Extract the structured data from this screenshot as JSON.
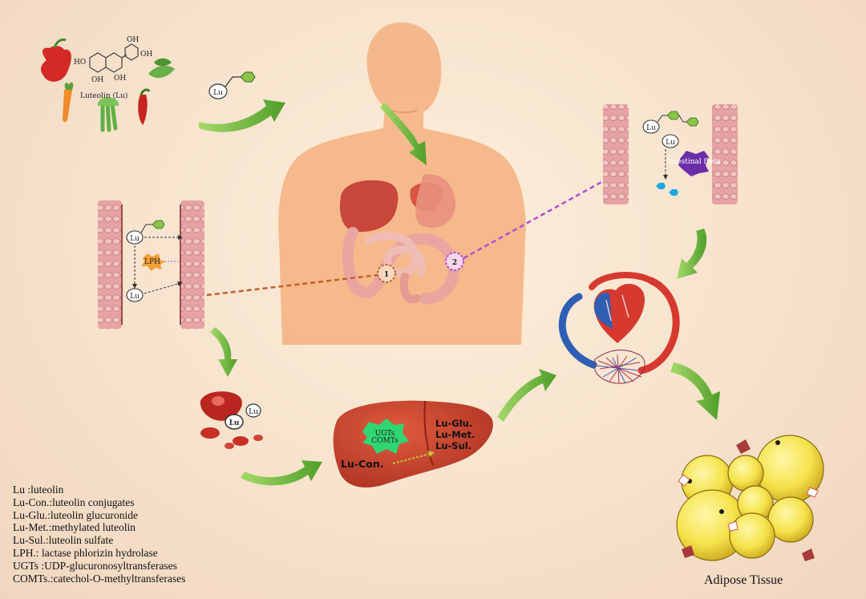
{
  "labels": {
    "luteolin_title": "Luteolin (Lu)",
    "lu": "Lu",
    "lph": "LPH",
    "intestinal_flora": "Intestinal flora",
    "site1": "1",
    "site2": "2",
    "ugts": "UGTs",
    "comts": "COMTs",
    "lu_con": "Lu-Con.",
    "lu_glu": "Lu-Glu.",
    "lu_met": "Lu-Met.",
    "lu_sul": "Lu-Sul.",
    "oh": "OH",
    "ho": "HO",
    "adipose": "Adipose Tissue"
  },
  "legend": [
    "Lu :luteolin",
    "Lu-Con.:luteolin conjugates",
    "Lu-Glu.:luteolin glucuronide",
    "Lu-Met.:methylated luteolin",
    "Lu-Sul.:luteolin sulfate",
    "LPH.: lactase phlorizin hydrolase",
    "UGTs :UDP-glucuronosyltransferases",
    "COMTs.:catechol-O-methyltransferases"
  ],
  "colors": {
    "arrow_green": "#6fb83a",
    "body_silhouette": "#f4b485",
    "liver": "#c8402f",
    "heart_red": "#d63a2f",
    "heart_blue": "#2f5fb5",
    "fat_yellow": "#f5e24a",
    "dashed_orange": "#c0612b",
    "dashed_purple": "#b54bd6",
    "hexagon_green": "#8bc34a",
    "molecule_blue": "#1fa8e0"
  }
}
